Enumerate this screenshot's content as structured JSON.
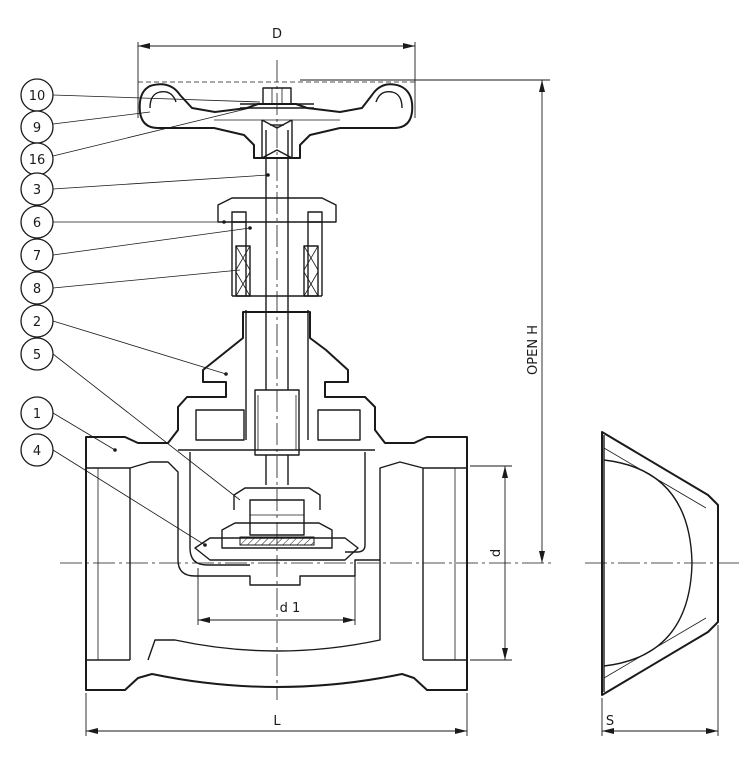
{
  "drawing": {
    "balloons": [
      {
        "id": "balloon-10",
        "label": "10"
      },
      {
        "id": "balloon-9",
        "label": "9"
      },
      {
        "id": "balloon-16",
        "label": "16"
      },
      {
        "id": "balloon-3",
        "label": "3"
      },
      {
        "id": "balloon-6",
        "label": "6"
      },
      {
        "id": "balloon-7",
        "label": "7"
      },
      {
        "id": "balloon-8",
        "label": "8"
      },
      {
        "id": "balloon-2",
        "label": "2"
      },
      {
        "id": "balloon-5",
        "label": "5"
      },
      {
        "id": "balloon-1",
        "label": "1"
      },
      {
        "id": "balloon-4",
        "label": "4"
      }
    ],
    "dimensions": {
      "D": "D",
      "H": "OPEN H",
      "d": "d",
      "d1": "d 1",
      "L": "L",
      "S": "S"
    }
  }
}
